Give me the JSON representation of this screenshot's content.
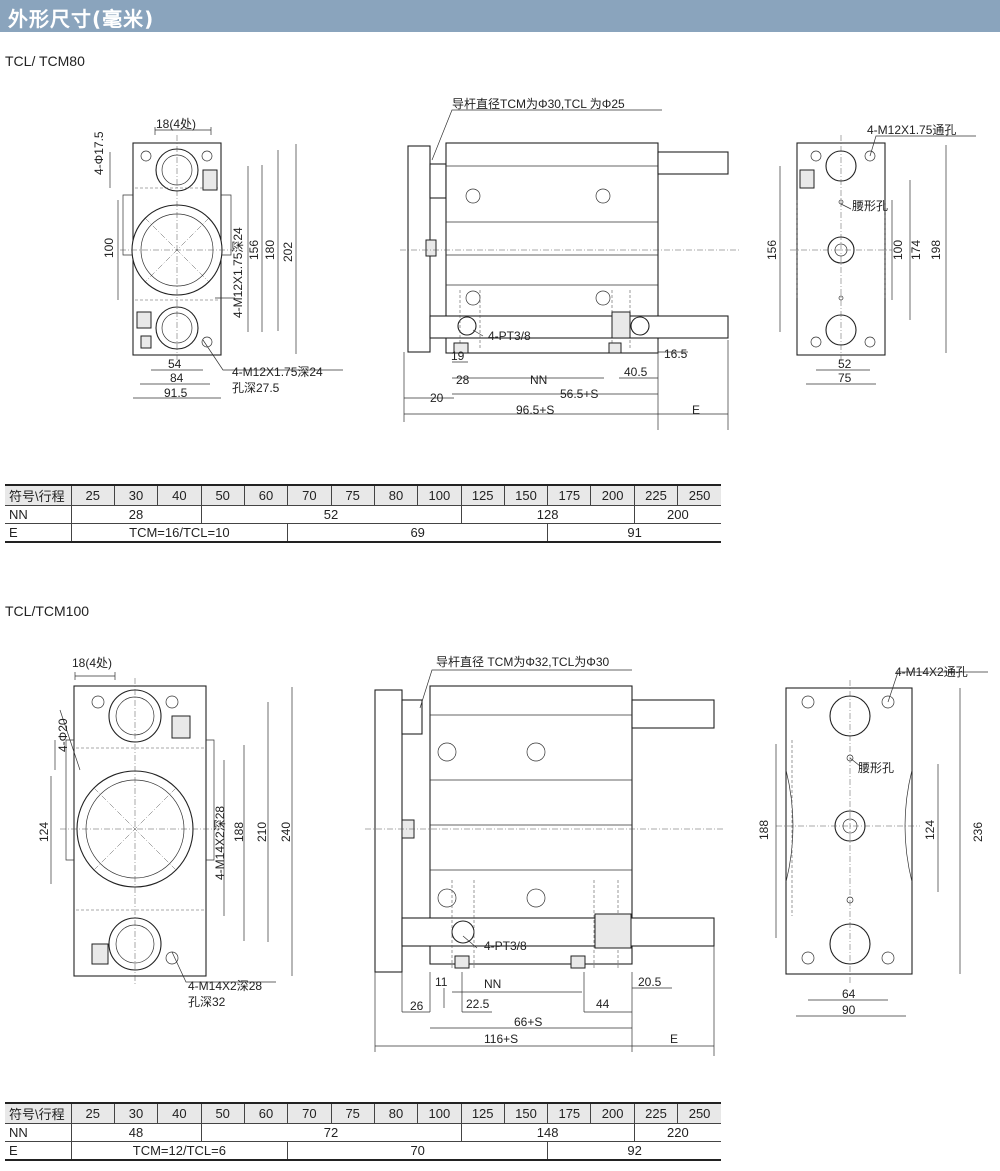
{
  "header": {
    "title": "外形尺寸(毫米)"
  },
  "models": [
    {
      "name": "TCL/ TCM80",
      "drawing": {
        "front_dims": [
          "18(4处)",
          "4-Φ17.5",
          "100",
          "4-M12X1.75深24",
          "156",
          "180",
          "202",
          "54",
          "84",
          "91.5",
          "4-M12X1.75深24",
          "孔深27.5"
        ],
        "side_dims": [
          "导杆直径TCM为Φ30,TCL 为Φ25",
          "4-PT3/8",
          "19",
          "28",
          "NN",
          "16.5",
          "40.5",
          "56.5+S",
          "20",
          "96.5+S",
          "E"
        ],
        "rear_dims": [
          "4-M12X1.75通孔",
          "腰形孔",
          "156",
          "100",
          "174",
          "198",
          "52",
          "75"
        ]
      },
      "table": {
        "header_label": "符号\\行程",
        "strokes": [
          "25",
          "30",
          "40",
          "50",
          "60",
          "70",
          "75",
          "80",
          "100",
          "125",
          "150",
          "175",
          "200",
          "225",
          "250"
        ],
        "rows": [
          {
            "label": "NN",
            "cells": [
              {
                "text": "28",
                "span": 3
              },
              {
                "text": "52",
                "span": 6
              },
              {
                "text": "128",
                "span": 4
              },
              {
                "text": "200",
                "span": 2
              }
            ]
          },
          {
            "label": "E",
            "cells": [
              {
                "text": "TCM=16/TCL=10",
                "span": 5
              },
              {
                "text": "69",
                "span": 6
              },
              {
                "text": "91",
                "span": 4
              }
            ]
          }
        ]
      }
    },
    {
      "name": "TCL/TCM100",
      "drawing": {
        "front_dims": [
          "18(4处)",
          "4-Φ20",
          "124",
          "4-M14X2深28",
          "188",
          "210",
          "240",
          "4-M14X2深28",
          "孔深32"
        ],
        "side_dims": [
          "导杆直径 TCM为Φ32,TCL为Φ30",
          "4-PT3/8",
          "11",
          "NN",
          "20.5",
          "26",
          "22.5",
          "44",
          "66+S",
          "116+S",
          "E"
        ],
        "rear_dims": [
          "4-M14X2通孔",
          "腰形孔",
          "188",
          "124",
          "236",
          "64",
          "90"
        ]
      },
      "table": {
        "header_label": "符号\\行程",
        "strokes": [
          "25",
          "30",
          "40",
          "50",
          "60",
          "70",
          "75",
          "80",
          "100",
          "125",
          "150",
          "175",
          "200",
          "225",
          "250"
        ],
        "rows": [
          {
            "label": "NN",
            "cells": [
              {
                "text": "48",
                "span": 3
              },
              {
                "text": "72",
                "span": 6
              },
              {
                "text": "148",
                "span": 4
              },
              {
                "text": "220",
                "span": 2
              }
            ]
          },
          {
            "label": "E",
            "cells": [
              {
                "text": "TCM=12/TCL=6",
                "span": 5
              },
              {
                "text": "70",
                "span": 6
              },
              {
                "text": "92",
                "span": 4
              }
            ]
          }
        ]
      }
    }
  ]
}
